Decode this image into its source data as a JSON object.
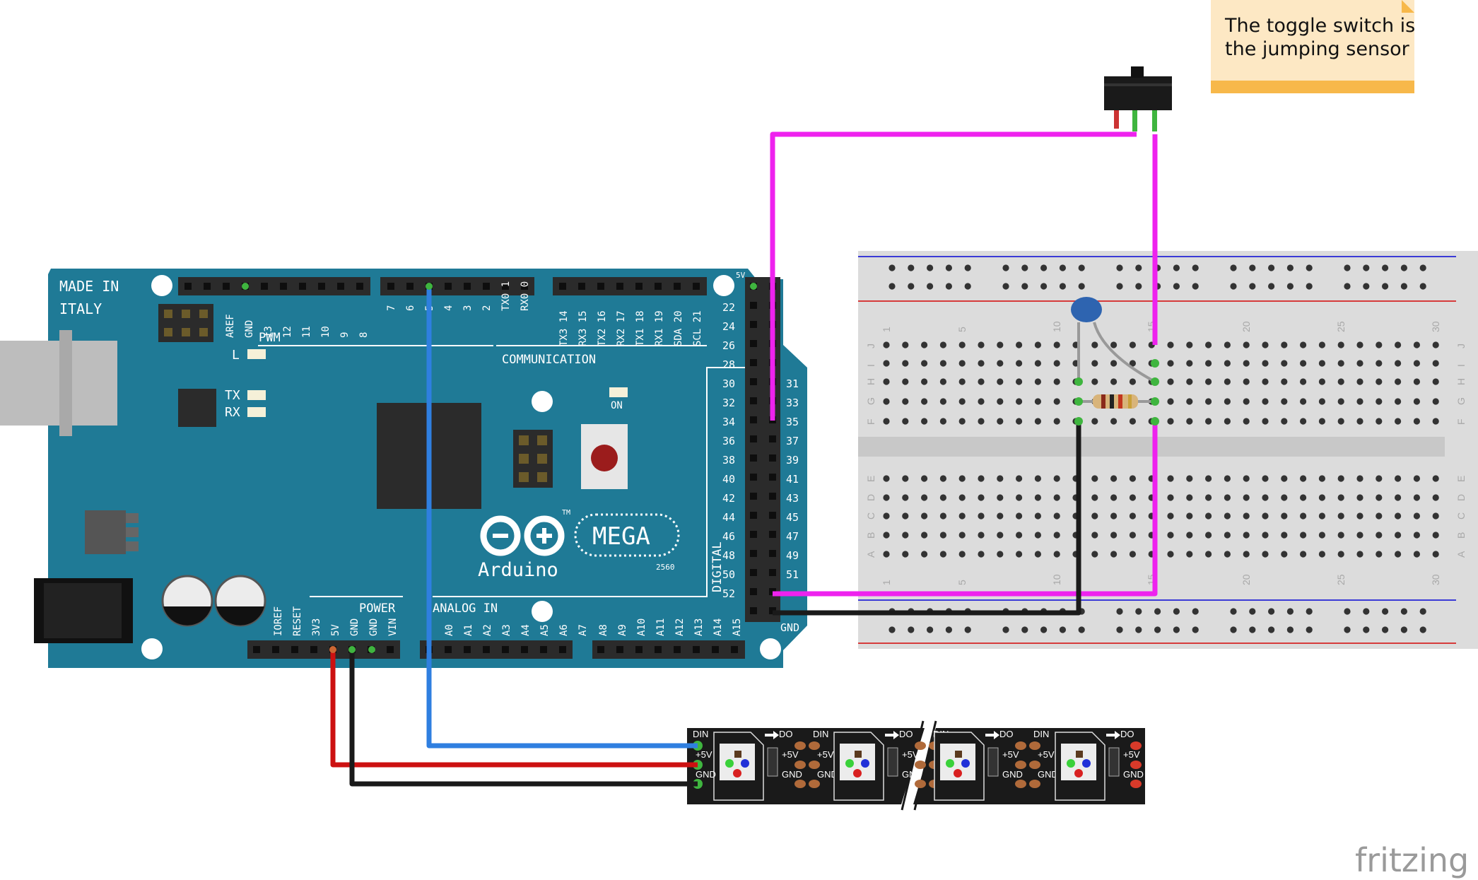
{
  "note": {
    "line1": "The toggle switch is",
    "line2": "the jumping sensor"
  },
  "watermark": "fritzing",
  "arduino": {
    "made_in": "MADE IN",
    "italy": "ITALY",
    "logo_text": "Arduino",
    "model": "MEGA",
    "model_number": "2560",
    "tm": "TM",
    "pwm": "PWM",
    "communication": "COMMUNICATION",
    "power": "POWER",
    "analog_in": "ANALOG IN",
    "digital": "DIGITAL",
    "on": "ON",
    "led_l": "L",
    "led_tx": "TX",
    "led_rx": "RX",
    "pin_5v": "5V",
    "pin_gnd": "GND",
    "top_pins_1": [
      "AREF",
      "GND",
      "13",
      "12",
      "11",
      "10",
      "9",
      "8"
    ],
    "top_pins_2": [
      "7",
      "6",
      "5",
      "4",
      "3",
      "2",
      "TX0 1",
      "RX0 0"
    ],
    "top_pins_3": [
      "TX3 14",
      "RX3 15",
      "TX2 16",
      "RX2 17",
      "TX1 18",
      "RX1 19",
      "SDA 20",
      "SCL 21"
    ],
    "power_pins": [
      "IOREF",
      "RESET",
      "3V3",
      "5V",
      "GND",
      "GND",
      "VIN"
    ],
    "analog_pins_1": [
      "A0",
      "A1",
      "A2",
      "A3",
      "A4",
      "A5",
      "A6",
      "A7"
    ],
    "analog_pins_2": [
      "A8",
      "A9",
      "A10",
      "A11",
      "A12",
      "A13",
      "A14",
      "A15"
    ],
    "digital_left": [
      "22",
      "24",
      "26",
      "28",
      "30",
      "32",
      "34",
      "36",
      "38",
      "40",
      "42",
      "44",
      "46",
      "48",
      "50",
      "52"
    ],
    "digital_right": [
      "31",
      "33",
      "35",
      "37",
      "39",
      "41",
      "43",
      "45",
      "47",
      "49",
      "51"
    ]
  },
  "breadboard": {
    "columns": [
      "1",
      "5",
      "10",
      "15",
      "20",
      "25",
      "30"
    ],
    "rows_top": [
      "J",
      "I",
      "H",
      "G",
      "F"
    ],
    "rows_bottom": [
      "E",
      "D",
      "C",
      "B",
      "A"
    ]
  },
  "led_strip": {
    "din": "DIN",
    "do": "DO",
    "plus5v": "+5V",
    "gnd": "GND"
  },
  "colors": {
    "board": "#1f7a96",
    "magenta_wire": "#ee22ee",
    "blue_wire": "#2f7fe0",
    "red_wire": "#cc1111",
    "black_wire": "#1a1a1a",
    "note_bg": "#fde8c4",
    "note_bar": "#f7b84a"
  }
}
